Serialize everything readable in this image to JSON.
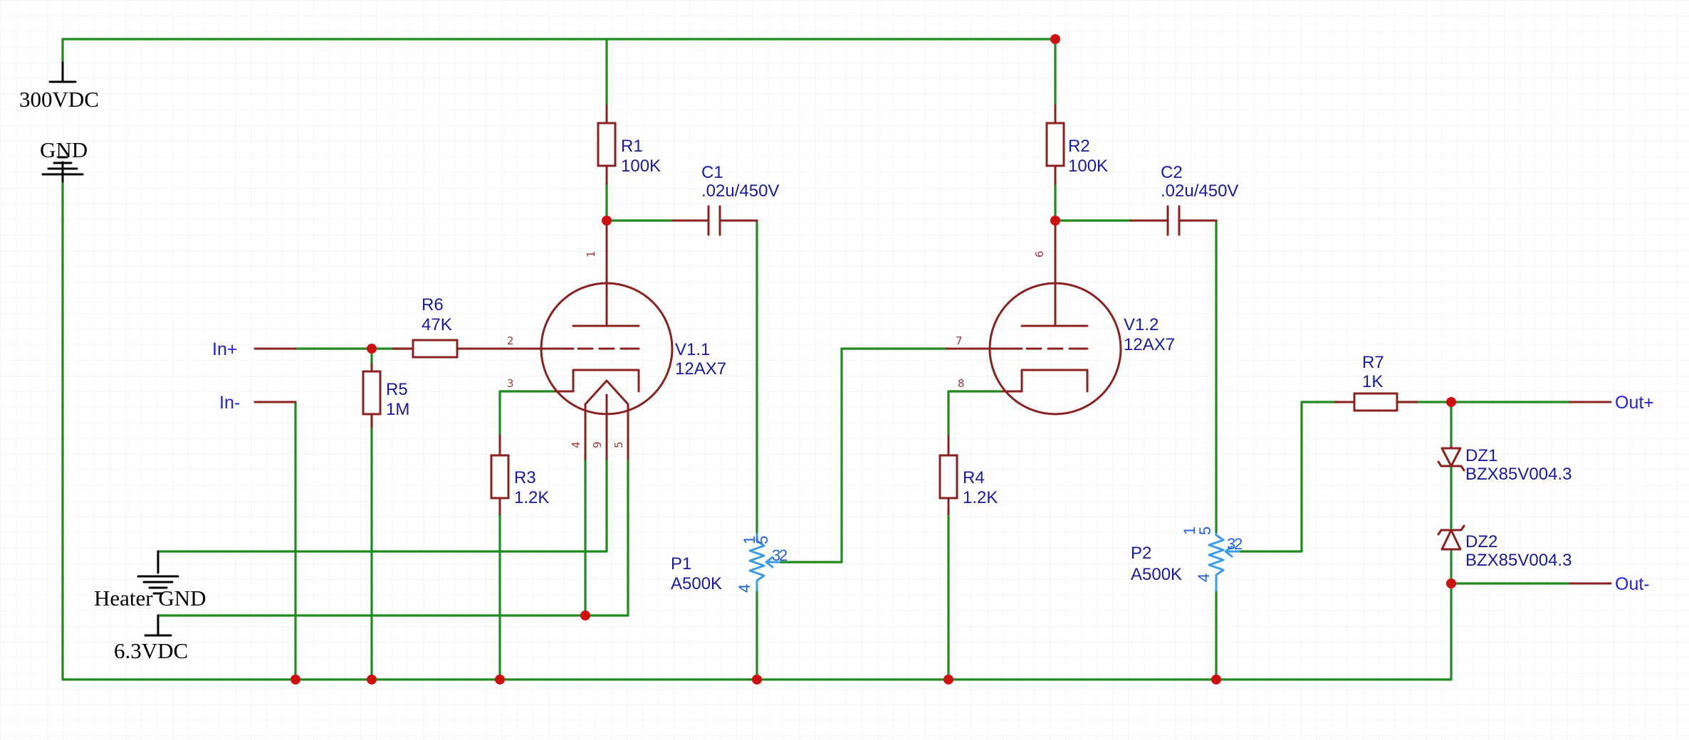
{
  "power": {
    "supply": "300VDC",
    "ground": "GND",
    "heater_ground": "Heater GND",
    "heater_supply": "6.3VDC"
  },
  "nets": {
    "in_plus": "In+",
    "in_minus": "In-",
    "out_plus": "Out+",
    "out_minus": "Out-"
  },
  "parts": {
    "R1": {
      "ref": "R1",
      "value": "100K"
    },
    "R2": {
      "ref": "R2",
      "value": "100K"
    },
    "R3": {
      "ref": "R3",
      "value": "1.2K"
    },
    "R4": {
      "ref": "R4",
      "value": "1.2K"
    },
    "R5": {
      "ref": "R5",
      "value": "1M"
    },
    "R6": {
      "ref": "R6",
      "value": "47K"
    },
    "R7": {
      "ref": "R7",
      "value": "1K"
    },
    "C1": {
      "ref": "C1",
      "value": ".02u/450V"
    },
    "C2": {
      "ref": "C2",
      "value": ".02u/450V"
    },
    "V11": {
      "ref": "V1.1",
      "value": "12AX7"
    },
    "V12": {
      "ref": "V1.2",
      "value": "12AX7"
    },
    "P1": {
      "ref": "P1",
      "value": "A500K"
    },
    "P2": {
      "ref": "P2",
      "value": "A500K"
    },
    "DZ1": {
      "ref": "DZ1",
      "value": "BZX85V004.3"
    },
    "DZ2": {
      "ref": "DZ2",
      "value": "BZX85V004.3"
    }
  },
  "pins": {
    "v11_plate": "1",
    "v11_grid": "2",
    "v11_cathode": "3",
    "v11_heater_a": "4",
    "v11_heater_ct": "9",
    "v11_heater_b": "5",
    "v12_plate": "6",
    "v12_grid": "7",
    "v12_cathode": "8",
    "pot_1": "1",
    "pot_5": "5",
    "pot_3": "3",
    "pot_2": "2",
    "pot_4": "4"
  },
  "colors": {
    "wire": "#1f8a1f",
    "part": "#8b2020",
    "junction": "#d01010",
    "label": "#1a1aa0",
    "net_label": "#2020e0",
    "pot": "#3a9be8",
    "grid": "#ececec"
  }
}
